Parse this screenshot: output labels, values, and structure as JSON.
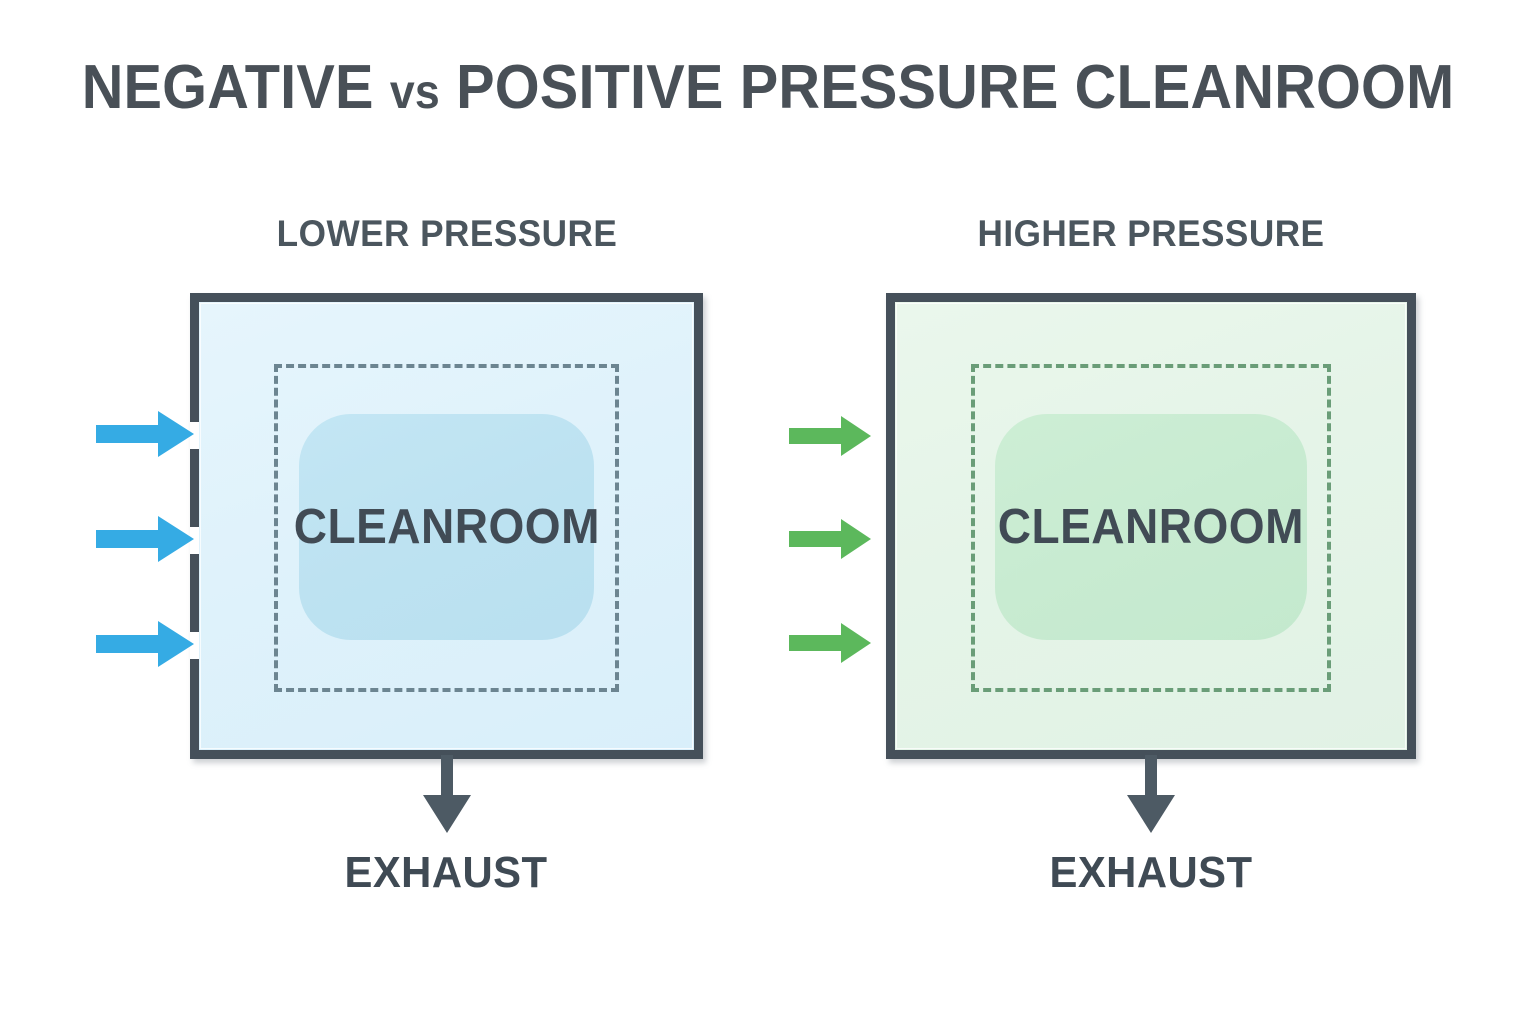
{
  "title": {
    "part1": "NEGATIVE",
    "vs": "vs",
    "part2": "POSITIVE PRESSURE CLEANROOM",
    "full": "NEGATIVE vs POSITIVE PRESSURE CLEANROOM"
  },
  "panels": [
    {
      "id": "negative",
      "heading": "LOWER PRESSURE",
      "core_label": "CLEANROOM",
      "exhaust_label": "EXHAUST",
      "arrow_color": "#35abe4",
      "room_fill": "#dff2fb",
      "core_fill": "#bde2f1",
      "dashed_color": "#6c8591",
      "wall_color": "#45505a",
      "inlet_count": 3,
      "walls_have_gaps": true
    },
    {
      "id": "positive",
      "heading": "HIGHER PRESSURE",
      "core_label": "CLEANROOM",
      "exhaust_label": "EXHAUST",
      "arrow_color": "#5cb85c",
      "room_fill": "#e5f4e8",
      "core_fill": "#c8ebd1",
      "dashed_color": "#6a9d78",
      "wall_color": "#45505a",
      "inlet_count": 3,
      "walls_have_gaps": false
    }
  ],
  "colors": {
    "title_text": "#495057",
    "heading_text": "#4b565e",
    "label_text": "#3f4a54",
    "exhaust_arrow": "#4d5a64",
    "background": "#ffffff"
  }
}
